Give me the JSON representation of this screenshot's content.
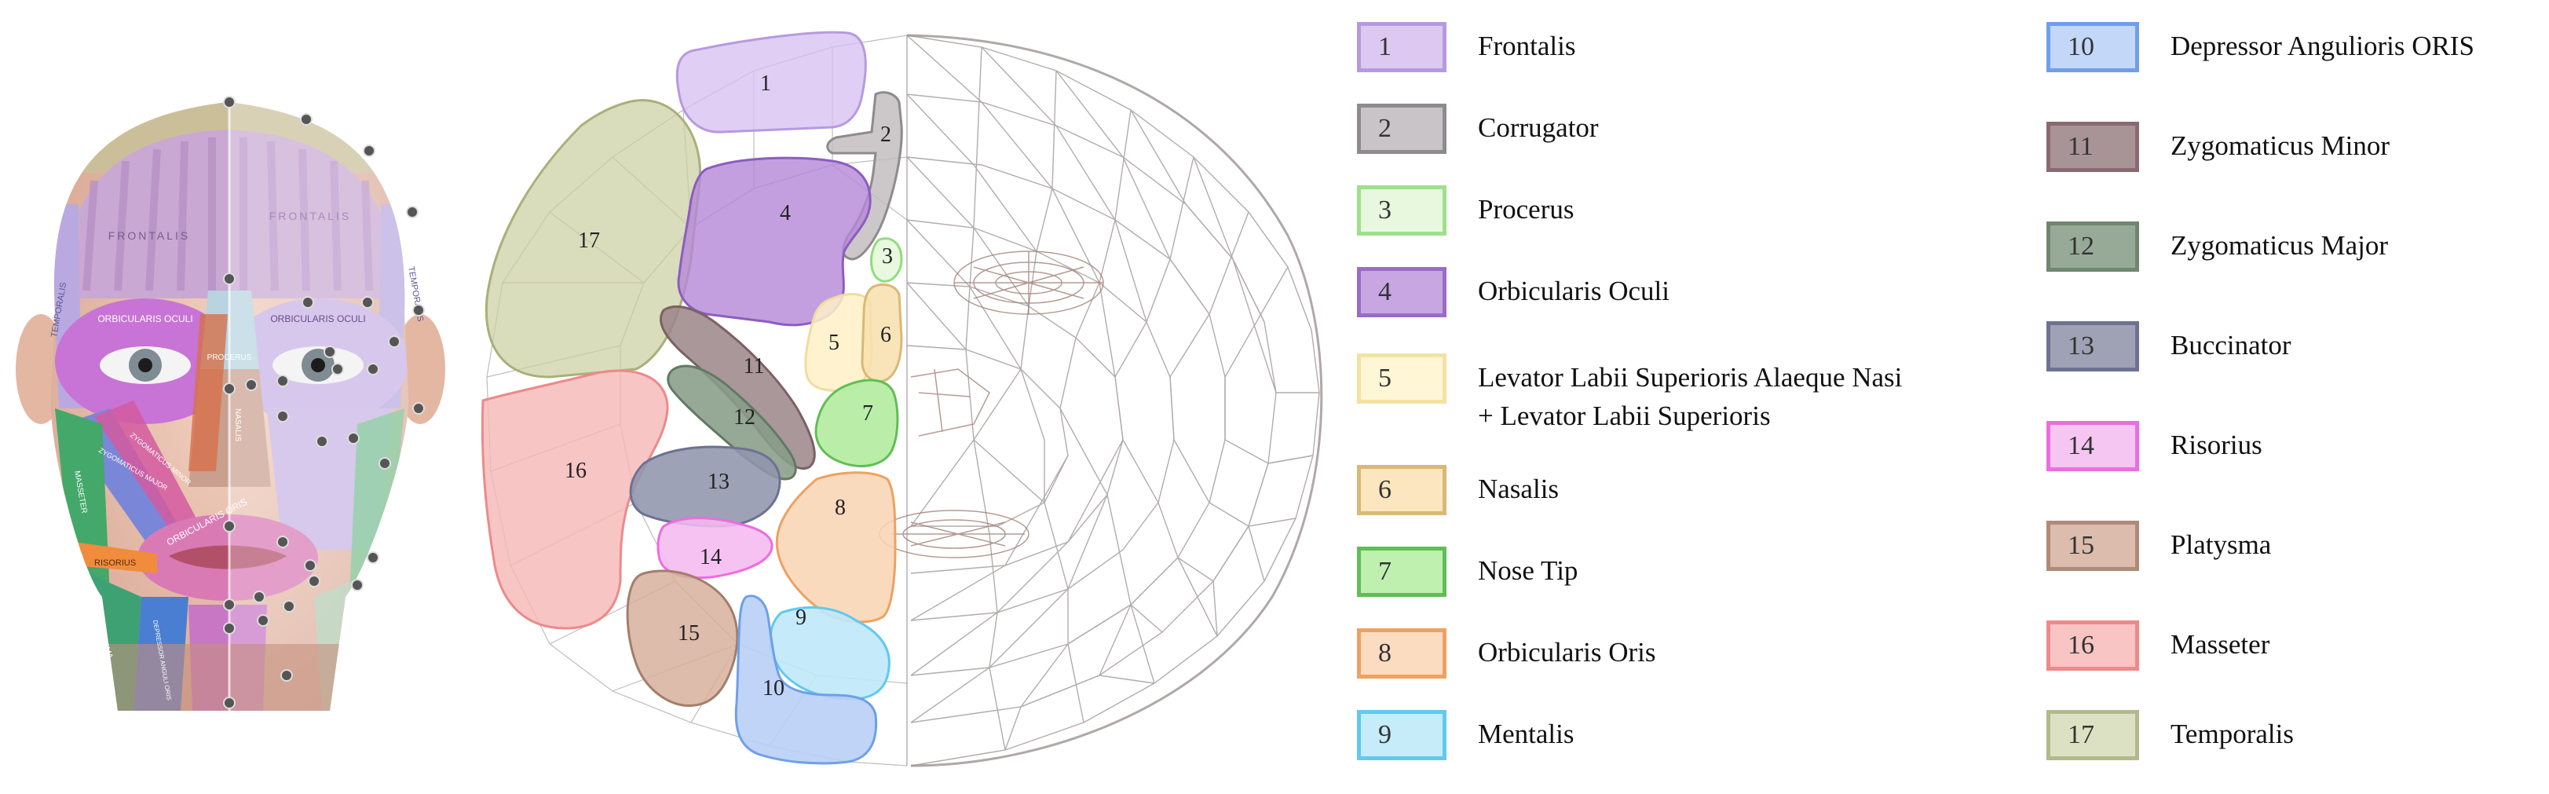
{
  "legend": [
    {
      "num": "1",
      "label": "Frontalis",
      "fill": "#dcc8f0",
      "border": "#b69ae0"
    },
    {
      "num": "2",
      "label": "Corrugator",
      "fill": "#c8c4c7",
      "border": "#8e8a8e"
    },
    {
      "num": "3",
      "label": "Procerus",
      "fill": "#e8f8de",
      "border": "#9ee08c"
    },
    {
      "num": "4",
      "label": "Orbicularis Oculi",
      "fill": "#c8a6e2",
      "border": "#9a6cc6"
    },
    {
      "num": "5",
      "label_lines": [
        "Levator Labii Superioris Alaeque Nasi",
        "+ Levator Labii Superioris"
      ],
      "fill": "#fff6d6",
      "border": "#f4e2a2"
    },
    {
      "num": "6",
      "label": "Nasalis",
      "fill": "#fbe6bf",
      "border": "#d9b878"
    },
    {
      "num": "7",
      "label": "Nose Tip",
      "fill": "#bff0b0",
      "border": "#5fbf55"
    },
    {
      "num": "8",
      "label": "Orbicularis Oris",
      "fill": "#fbdcc0",
      "border": "#eda262"
    },
    {
      "num": "9",
      "label": "Mentalis",
      "fill": "#c6ecfa",
      "border": "#62c9ef"
    },
    {
      "num": "10",
      "label": "Depressor Anguliorіs ORIS",
      "fill": "#c3d7f8",
      "border": "#6f9fe8"
    },
    {
      "num": "11",
      "label": "Zygomaticus Minor",
      "fill": "#a89497",
      "border": "#8a6a70"
    },
    {
      "num": "12",
      "label": "Zygomaticus Major",
      "fill": "#97aa97",
      "border": "#6f876f"
    },
    {
      "num": "13",
      "label": "Buccinator",
      "fill": "#9fa2b5",
      "border": "#6d7292"
    },
    {
      "num": "14",
      "label": "Risorius",
      "fill": "#f6c6f2",
      "border": "#ec6ddf"
    },
    {
      "num": "15",
      "label": "Platysma",
      "fill": "#dcbcac",
      "border": "#b08a78"
    },
    {
      "num": "16",
      "label": "Masseter",
      "fill": "#f8c4c4",
      "border": "#ec8a8a"
    },
    {
      "num": "17",
      "label": "Temporalis",
      "fill": "#dde1c4",
      "border": "#b3b98a"
    }
  ],
  "face_labels": {
    "frontalis_left": "FRONTALIS",
    "frontalis_right": "FRONTALIS",
    "temporalis_left": "TEMPORALIS",
    "temporalis_right": "TEMPORALIS",
    "orbicularis_oculi_left": "ORBICULARIS OCULI",
    "orbicularis_oculi_right": "ORBICULARIS OCULI",
    "procerus": "PROCERUS",
    "nasalis": "NASALIS",
    "zygomaticus_major": "ZYGOMATICUS MAJOR",
    "zygomaticus_minor": "ZYGOMATICUS MINOR",
    "orbicularis_oris": "ORBICULARIS ORIS",
    "risorius": "RISORIUS",
    "masseter": "MASSETER",
    "platysma": "PLATYSMA",
    "depressor": "DEPRESSOR ANGULI ORIS"
  },
  "region_numbers": [
    "1",
    "2",
    "3",
    "4",
    "5",
    "6",
    "7",
    "8",
    "9",
    "10",
    "11",
    "12",
    "13",
    "14",
    "15",
    "16",
    "17"
  ]
}
